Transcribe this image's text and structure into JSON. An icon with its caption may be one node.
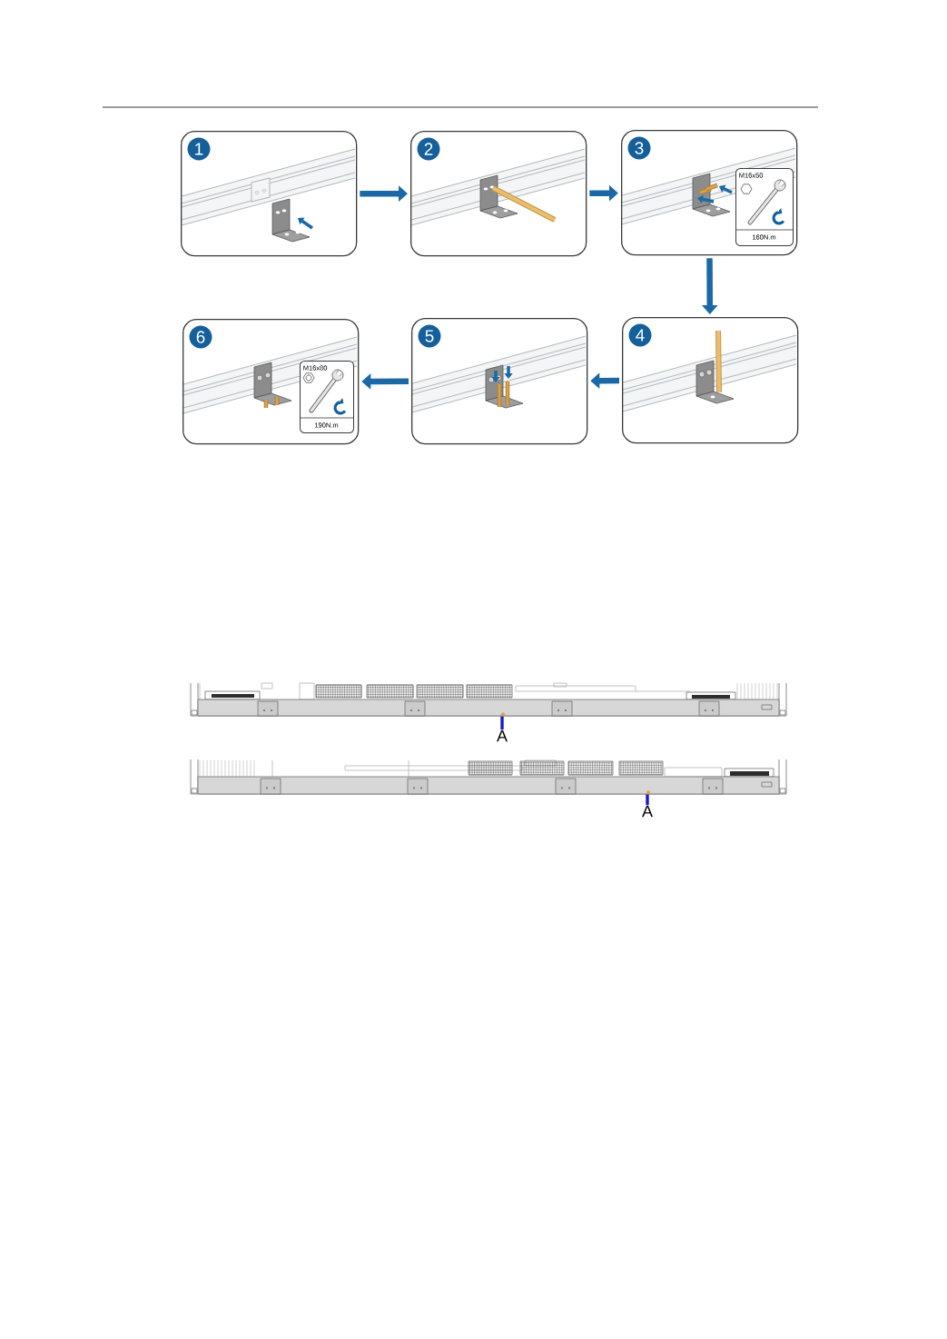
{
  "diagram": {
    "nodes": [
      {
        "text": [
          "1"
        ]
      },
      {
        "text": [
          "2"
        ]
      },
      {
        "text": [
          "3"
        ]
      },
      {
        "text": [
          "M16x50",
          "160N.m"
        ],
        "in": 2
      },
      {
        "text": [
          "4"
        ]
      },
      {
        "text": [
          "5"
        ]
      },
      {
        "text": [
          "6"
        ]
      },
      {
        "text": [
          "M16x80",
          "190N.m"
        ],
        "in": 6
      },
      {
        "text": [],
        "shape": "picture"
      },
      {
        "text": [
          "A"
        ]
      },
      {
        "text": [],
        "shape": "picture"
      },
      {
        "text": [
          "A"
        ]
      }
    ],
    "edges": [
      {
        "from": 0,
        "to": 1,
        "arrow": "to"
      },
      {
        "from": 1,
        "to": 2,
        "arrow": "to"
      },
      {
        "from": 2,
        "to": 4,
        "arrow": "to"
      },
      {
        "from": 4,
        "to": 5,
        "arrow": "to"
      },
      {
        "from": 5,
        "to": 6,
        "arrow": "to"
      },
      {
        "from": 9,
        "to": 8,
        "arrow": "none",
        "color": "#1a1acc"
      },
      {
        "from": 11,
        "to": 10,
        "arrow": "none",
        "color": "#1a1acc"
      }
    ]
  }
}
